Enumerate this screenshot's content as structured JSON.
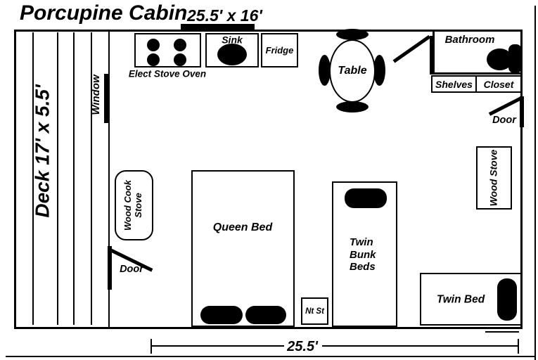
{
  "header": {
    "title": "Porcupine Cabin",
    "size": "25.5' x 16'"
  },
  "deck": {
    "label": "Deck 17' x 5.5'"
  },
  "window": {
    "label": "Window"
  },
  "kitchen": {
    "stove_label": "Elect Stove Oven",
    "sink_label": "Sink",
    "fridge_label": "Fridge"
  },
  "dining": {
    "table_label": "Table"
  },
  "bathroom": {
    "label": "Bathroom",
    "shelves": "Shelves",
    "closet": "Closet"
  },
  "doors": {
    "right": "Door",
    "left": "Door"
  },
  "stoves": {
    "wood_stove": "Wood Stove",
    "wood_cook_stove": "Wood Cook\nStove"
  },
  "beds": {
    "queen": "Queen Bed",
    "bunk": "Twin\nBunk\nBeds",
    "twin": "Twin Bed",
    "nightstand": "Nt St"
  },
  "dimension": {
    "width": "25.5'"
  },
  "colors": {
    "ink": "#000000",
    "paper": "#ffffff"
  }
}
